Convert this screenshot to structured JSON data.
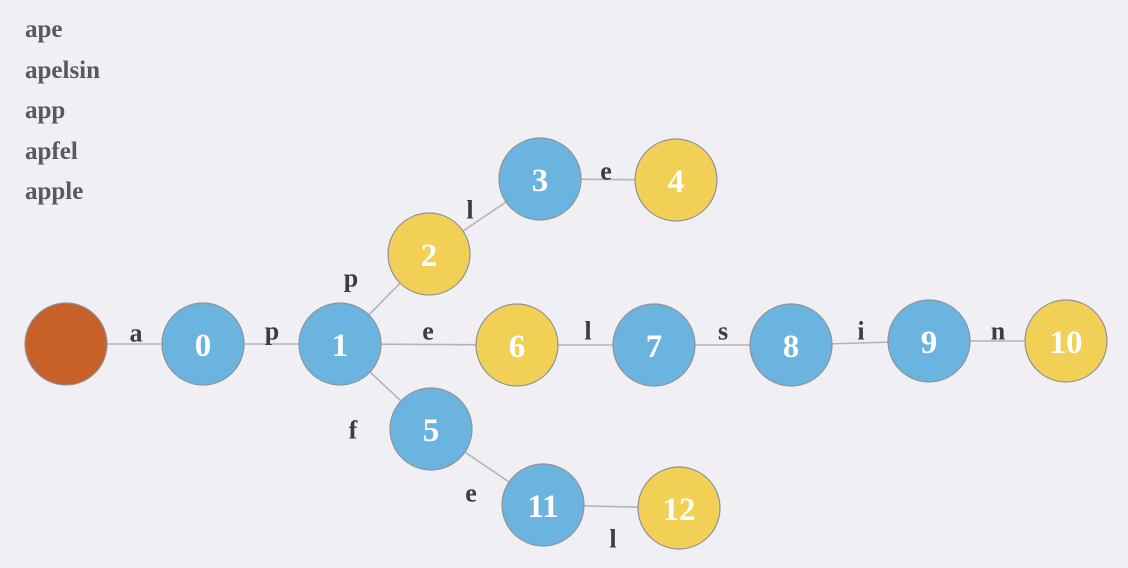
{
  "words": [
    "ape",
    "apelsin",
    "app",
    "apfel",
    "apple"
  ],
  "colors": {
    "root": "#c8602a",
    "intermediate": "#6bb4e0",
    "terminal": "#f2cf55",
    "edge": "#b4b4b8",
    "text": "#555a60"
  },
  "trie": {
    "nodes": [
      {
        "id": "root",
        "label": "",
        "kind": "root"
      },
      {
        "id": "0",
        "label": "0",
        "kind": "intermediate"
      },
      {
        "id": "1",
        "label": "1",
        "kind": "intermediate"
      },
      {
        "id": "2",
        "label": "2",
        "kind": "terminal"
      },
      {
        "id": "3",
        "label": "3",
        "kind": "intermediate"
      },
      {
        "id": "4",
        "label": "4",
        "kind": "terminal"
      },
      {
        "id": "5",
        "label": "5",
        "kind": "intermediate"
      },
      {
        "id": "6",
        "label": "6",
        "kind": "terminal"
      },
      {
        "id": "7",
        "label": "7",
        "kind": "intermediate"
      },
      {
        "id": "8",
        "label": "8",
        "kind": "intermediate"
      },
      {
        "id": "9",
        "label": "9",
        "kind": "intermediate"
      },
      {
        "id": "10",
        "label": "10",
        "kind": "terminal"
      },
      {
        "id": "11",
        "label": "11",
        "kind": "intermediate"
      },
      {
        "id": "12",
        "label": "12",
        "kind": "terminal"
      }
    ],
    "edges": [
      {
        "from": "root",
        "to": "0",
        "char": "a"
      },
      {
        "from": "0",
        "to": "1",
        "char": "p"
      },
      {
        "from": "1",
        "to": "2",
        "char": "p"
      },
      {
        "from": "2",
        "to": "3",
        "char": "l"
      },
      {
        "from": "3",
        "to": "4",
        "char": "e"
      },
      {
        "from": "1",
        "to": "6",
        "char": "e"
      },
      {
        "from": "6",
        "to": "7",
        "char": "l"
      },
      {
        "from": "7",
        "to": "8",
        "char": "s"
      },
      {
        "from": "8",
        "to": "9",
        "char": "i"
      },
      {
        "from": "9",
        "to": "10",
        "char": "n"
      },
      {
        "from": "1",
        "to": "5",
        "char": "f"
      },
      {
        "from": "5",
        "to": "11",
        "char": "e"
      },
      {
        "from": "11",
        "to": "12",
        "char": "l"
      }
    ]
  }
}
